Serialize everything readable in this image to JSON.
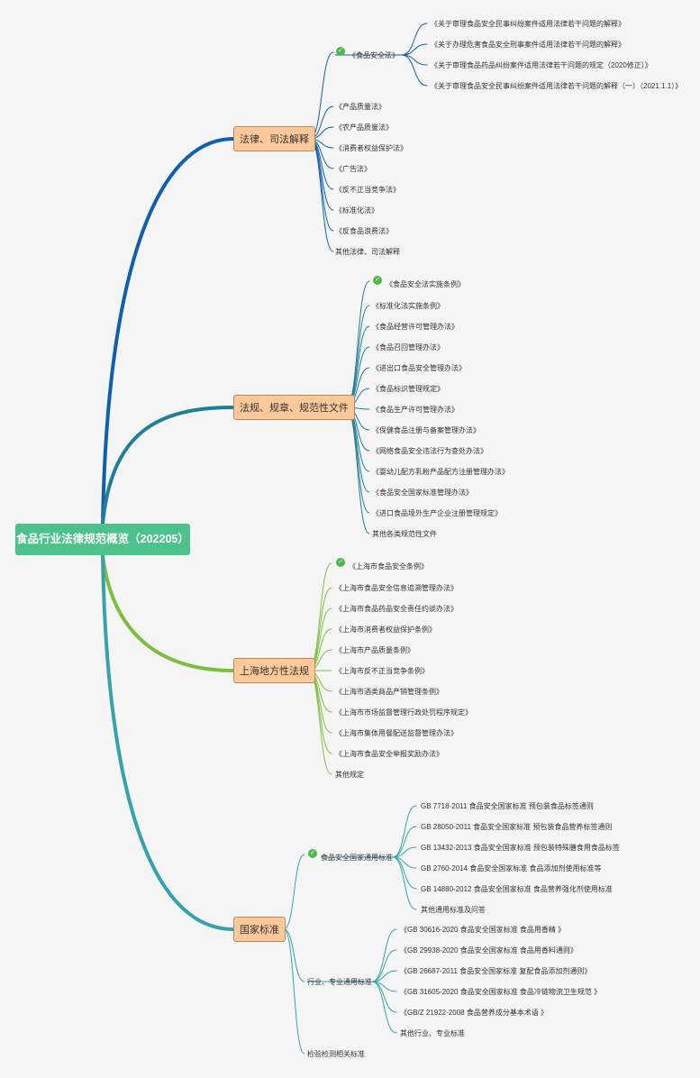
{
  "root": "食品行业法律规范概览（202205）",
  "colors": {
    "root_fill": "#4ec28c",
    "branch_fill": "#fdc99a",
    "branch_border": "#b98a58",
    "line_law": "#0f5fae",
    "line_reg": "#1e7f9a",
    "line_local": "#7cbf3f",
    "line_std": "#35a3ad",
    "check": "#4eb949"
  },
  "branches": [
    {
      "label": "法律、司法解释",
      "items": [
        {
          "label": "《食品安全法》",
          "checked": true,
          "children": [
            "《关于审理食品安全民事纠纷案件适用法律若干问题的解释》",
            "《关于办理危害食品安全刑事案件适用法律若干问题的解释》",
            "《关于审理食品药品纠纷案件适用法律若干问题的规定（2020修正）》",
            "《关于审理食品安全民事纠纷案件适用法律若干问题的解释（一）（2021.1.1）》"
          ]
        },
        {
          "label": "《产品质量法》"
        },
        {
          "label": "《农产品质量法》"
        },
        {
          "label": "《消费者权益保护法》"
        },
        {
          "label": "《广告法》"
        },
        {
          "label": "《反不正当竞争法》"
        },
        {
          "label": "《标准化法》"
        },
        {
          "label": "《反食品浪费法》"
        },
        {
          "label": "其他法律、司法解释"
        }
      ]
    },
    {
      "label": "法规、规章、规范性文件",
      "items": [
        {
          "label": "《食品安全法实施条例》",
          "checked": true
        },
        {
          "label": "《标准化法实施条例》"
        },
        {
          "label": "《食品经营许可管理办法》"
        },
        {
          "label": "《食品召回管理办法》"
        },
        {
          "label": "《进出口食品安全管理办法》"
        },
        {
          "label": "《食品标识管理规定》"
        },
        {
          "label": "《食品生产许可管理办法》"
        },
        {
          "label": "《保健食品注册与备案管理办法》"
        },
        {
          "label": "《网络食品安全违法行为查处办法》"
        },
        {
          "label": "《婴幼儿配方乳粉产品配方注册管理办法》"
        },
        {
          "label": "《食品安全国家标准管理办法》"
        },
        {
          "label": "《进口食品境外生产企业注册管理规定》"
        },
        {
          "label": "其他各类规范性文件"
        }
      ]
    },
    {
      "label": "上海地方性法规",
      "items": [
        {
          "label": "《上海市食品安全条例》",
          "checked": true
        },
        {
          "label": "《上海市食品安全信息追溯管理办法》"
        },
        {
          "label": "《上海市食品药品安全责任约谈办法》"
        },
        {
          "label": "《上海市消费者权益保护条例》"
        },
        {
          "label": "《上海市产品质量条例》"
        },
        {
          "label": "《上海市反不正当竞争条例》"
        },
        {
          "label": "《上海市酒类商品产销管理条例》"
        },
        {
          "label": "《上海市市场监督管理行政处罚程序规定》"
        },
        {
          "label": "《上海市集体用餐配送监督管理办法》"
        },
        {
          "label": "《上海市食品安全举报奖励办法》"
        },
        {
          "label": "其他规定"
        }
      ]
    },
    {
      "label": "国家标准",
      "items": [
        {
          "label": "食品安全国家通用标准",
          "checked": true,
          "children": [
            "GB 7718-2011 食品安全国家标准 预包装食品标签通则",
            "GB 28050-2011 食品安全国家标准 预包装食品营养标签通则",
            "GB 13432-2013 食品安全国家标准 预包装特殊膳食用食品标签",
            "GB 2760-2014 食品安全国家标准 食品添加剂使用标准等",
            "GB 14880-2012 食品安全国家标准 食品营养强化剂使用标准",
            "其他通用标准及问答"
          ]
        },
        {
          "label": "行业、专业通用标准",
          "children": [
            "《GB 30616-2020 食品安全国家标准 食品用香精 》",
            "《GB 29938-2020 食品安全国家标准 食品用香料通则》",
            "《GB 26687-2011 食品安全国家标准 复配食品添加剂通则》",
            "《GB 31605-2020 食品安全国家标准 食品冷链物流卫生规范 》",
            "《GB/Z 21922-2008 食品营养成分基本术语 》",
            "其他行业、专业标准"
          ]
        },
        {
          "label": "检验检测相关标准"
        }
      ]
    }
  ]
}
